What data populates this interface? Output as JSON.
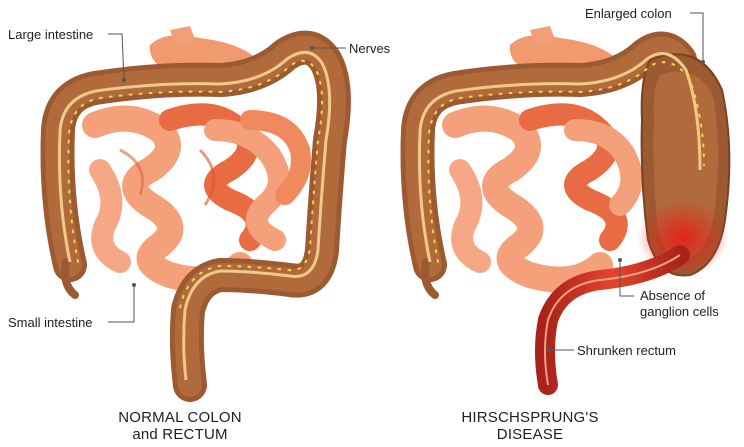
{
  "labels": {
    "large_intestine": "Large intestine",
    "nerves": "Nerves",
    "small_intestine": "Small intestine",
    "enlarged_colon": "Enlarged colon",
    "absence_line1": "Absence of",
    "absence_line2": "ganglion cells",
    "shrunken_rectum": "Shrunken rectum"
  },
  "captions": {
    "normal_line1": "NORMAL COLON",
    "normal_line2": "and RECTUM",
    "disease_line1": "HIRSCHSPRUNG'S",
    "disease_line2": "DISEASE"
  },
  "colors": {
    "colon": "#9c5a32",
    "colon_dark": "#6e3a1c",
    "small_intestine": "#f4a07a",
    "small_intestine_dark": "#e0653f",
    "nerve": "#f0c98a",
    "ganglion_dot": "#f7d34a",
    "diseased_segment": "#d9281e",
    "leader_line": "#555555"
  }
}
